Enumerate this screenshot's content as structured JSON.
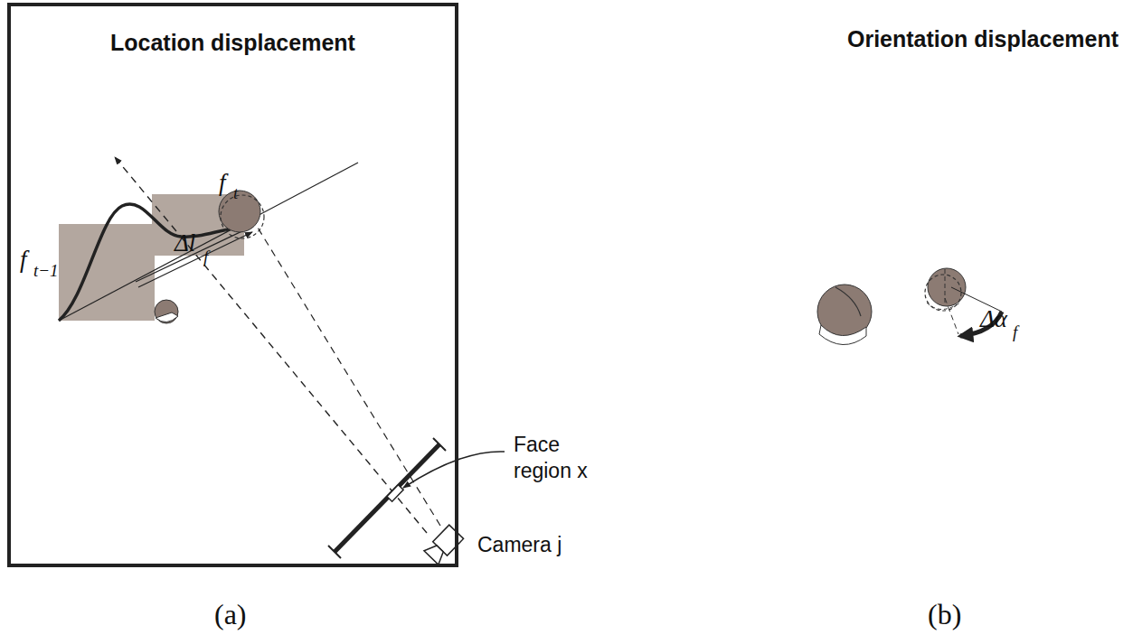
{
  "diagram": {
    "nodes": [
      {
        "text": [
          "Location displacement"
        ]
      }
    ],
    "labels": [
      "Orientation displacement",
      "f",
      "t",
      "f",
      "t−1",
      "Δl",
      "f",
      "Face region x",
      "Camera j",
      "Δα",
      "f",
      "(a)",
      "(b)"
    ]
  }
}
